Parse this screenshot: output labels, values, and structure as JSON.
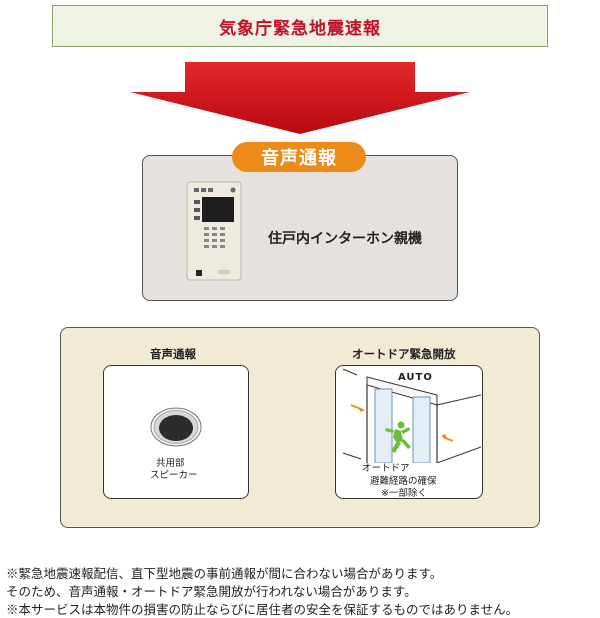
{
  "source": {
    "title": "気象庁緊急地震速報"
  },
  "intercom_panel": {
    "badge": "音声通報",
    "device_label": "住戸内インターホン親機"
  },
  "outputs": {
    "voice": {
      "heading": "音声通報",
      "line1": "共用部",
      "line2": "スピーカー"
    },
    "door": {
      "heading": "オートドア緊急開放",
      "sign": "AUTO",
      "line1": "オートドア",
      "line2": "避難経路の確保",
      "line3": "※一部除く"
    }
  },
  "notes": [
    "※緊急地震速報配信、直下型地震の事前通報が間に合わない場合があります。",
    "そのため、音声通報・オートドア緊急開放が行われない場合があります。",
    "※本サービスは本物件の損害の防止ならびに居住者の安全を保証するものではありません。"
  ],
  "colors": {
    "arrow": "#d8141e",
    "badge": "#ec8b18",
    "source_text": "#c0102a",
    "person": "#6bbd3a"
  }
}
